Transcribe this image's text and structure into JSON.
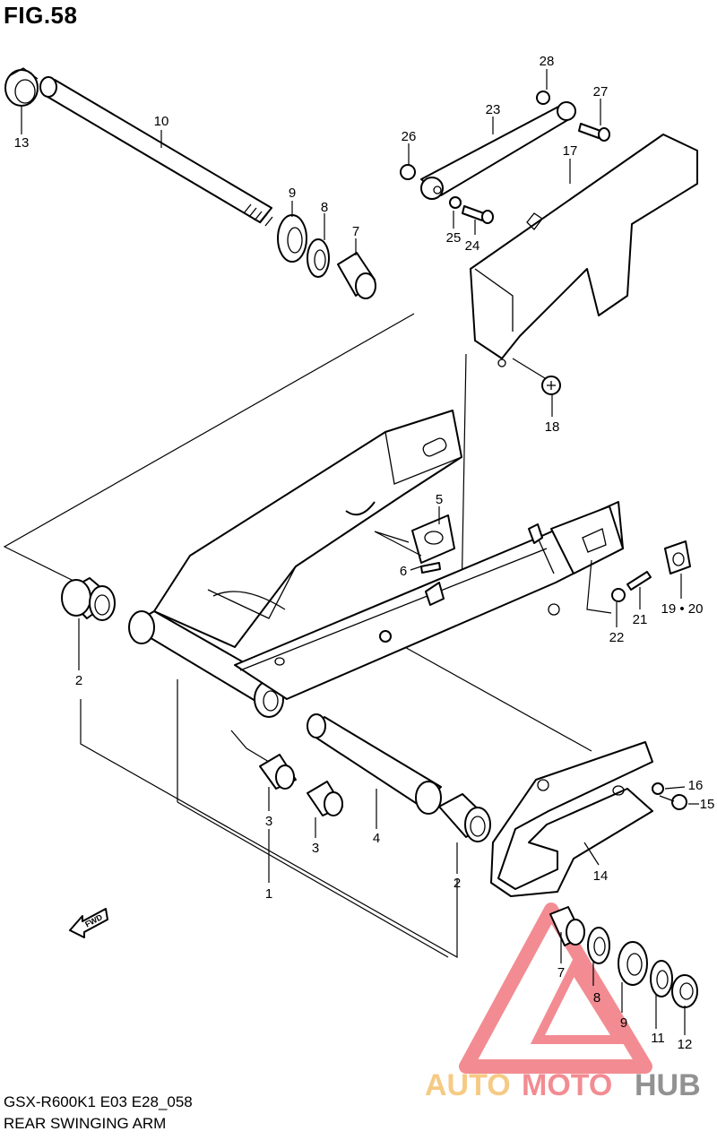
{
  "figure": {
    "title": "FIG.58",
    "model_code": "GSX-R600K1 E03 E28_058",
    "diagram_name": "REAR SWINGING ARM"
  },
  "fwd_label": "FWD",
  "watermark": {
    "word_part_1": "AUTO",
    "word_part_2": "MOTO",
    "word_part_3": "HUB",
    "accent_color": "#e8303a",
    "dark_color": "#3a3a3a",
    "gold_color": "#f0a020"
  },
  "callouts": [
    {
      "id": "c13",
      "text": "13"
    },
    {
      "id": "c10",
      "text": "10"
    },
    {
      "id": "c9a",
      "text": "9"
    },
    {
      "id": "c8a",
      "text": "8"
    },
    {
      "id": "c7a",
      "text": "7"
    },
    {
      "id": "c28",
      "text": "28"
    },
    {
      "id": "c27",
      "text": "27"
    },
    {
      "id": "c23",
      "text": "23"
    },
    {
      "id": "c26",
      "text": "26"
    },
    {
      "id": "c17",
      "text": "17"
    },
    {
      "id": "c25",
      "text": "25"
    },
    {
      "id": "c24",
      "text": "24"
    },
    {
      "id": "c18",
      "text": "18"
    },
    {
      "id": "c5",
      "text": "5"
    },
    {
      "id": "c6",
      "text": "6"
    },
    {
      "id": "c19_20",
      "text": "19 • 20"
    },
    {
      "id": "c21",
      "text": "21"
    },
    {
      "id": "c22",
      "text": "22"
    },
    {
      "id": "c2a",
      "text": "2"
    },
    {
      "id": "c16",
      "text": "16"
    },
    {
      "id": "c15",
      "text": "15"
    },
    {
      "id": "c3a",
      "text": "3"
    },
    {
      "id": "c4",
      "text": "4"
    },
    {
      "id": "c3b",
      "text": "3"
    },
    {
      "id": "c14",
      "text": "14"
    },
    {
      "id": "c2b",
      "text": "2"
    },
    {
      "id": "c1",
      "text": "1"
    },
    {
      "id": "c7b",
      "text": "7"
    },
    {
      "id": "c8b",
      "text": "8"
    },
    {
      "id": "c9b",
      "text": "9"
    },
    {
      "id": "c11",
      "text": "11"
    },
    {
      "id": "c12",
      "text": "12"
    }
  ]
}
